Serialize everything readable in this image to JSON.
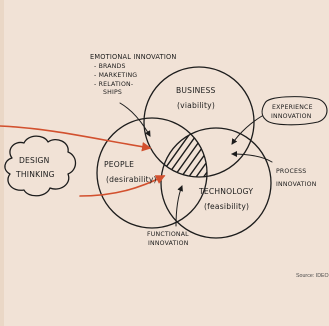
{
  "labels": {
    "emotional": {
      "title": "EMOTIONAL INNOVATION",
      "items": [
        "- BRANDS",
        "- MARKETING",
        "- RELATION-",
        "SHIPS"
      ]
    },
    "business": {
      "title": "BUSINESS",
      "sub": "(viability)"
    },
    "people": {
      "title": "PEOPLE",
      "sub": "(desirability)"
    },
    "technology": {
      "title": "TECHNOLOGY",
      "sub": "(feasibility)"
    },
    "design_thinking": {
      "line1": "DESIGN",
      "line2": "THINKING"
    },
    "experience": {
      "line1": "EXPERIENCE",
      "line2": "INNOVATION"
    },
    "process": {
      "line1": "PROCESS",
      "line2": "INNOVATION"
    },
    "functional": {
      "line1": "FUNCTIONAL",
      "line2": "INNOVATION"
    }
  },
  "source": "Source: IDEO",
  "colors": {
    "ink": "#1c1c1c",
    "accent": "#d2502e",
    "paper": "#f1e2d6"
  }
}
